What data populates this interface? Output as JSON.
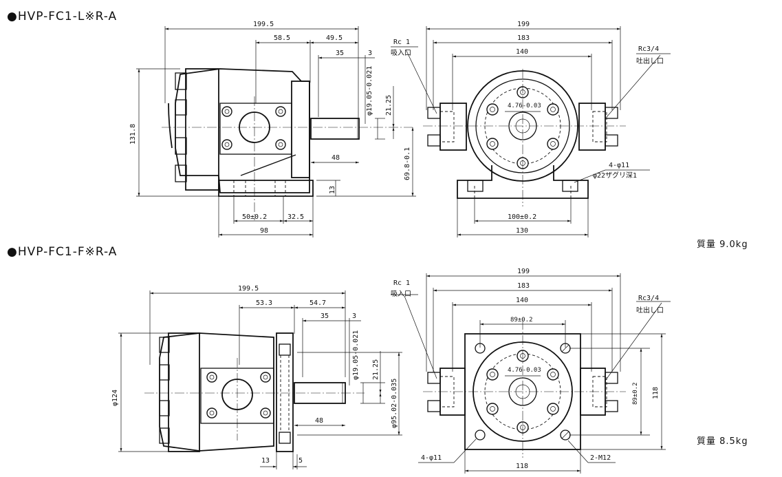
{
  "diagram_l": {
    "title": "●HVP-FC1-L※R-A",
    "mass": "質量 9.0kg",
    "side": {
      "d_199_5": "199.5",
      "d_58_5": "58.5",
      "d_49_5": "49.5",
      "d_35": "35",
      "d_3": "3",
      "d_shaft": "φ19.05-0.021",
      "d_21_25": "21.25",
      "d_69_8": "69.8-0.1",
      "d_131_8": "131.8",
      "d_48": "48",
      "d_13": "13",
      "d_50": "50±0.2",
      "d_32_5": "32.5",
      "d_98": "98"
    },
    "front": {
      "d_199": "199",
      "d_183": "183",
      "d_140": "140",
      "inlet_size": "Rc 1",
      "inlet_label": "吸入口",
      "outlet_size": "Rc3/4",
      "outlet_label": "吐出し口",
      "key": "4.76-0.03",
      "holes": "4-φ11",
      "counterbore": "φ22ザグリ深1",
      "d_100": "100±0.2",
      "d_130": "130"
    }
  },
  "diagram_f": {
    "title": "●HVP-FC1-F※R-A",
    "mass": "質量 8.5kg",
    "side": {
      "d_199_5": "199.5",
      "d_53_3": "53.3",
      "d_54_7": "54.7",
      "d_35": "35",
      "d_3": "3",
      "d_shaft": "φ19.05-0.021",
      "d_21_25": "21.25",
      "d_pilot": "φ95.02-0.035",
      "d_124": "φ124",
      "d_48": "48",
      "d_13": "13",
      "d_5": "5"
    },
    "front": {
      "d_199": "199",
      "d_183": "183",
      "d_140": "140",
      "d_89h": "89±0.2",
      "inlet_size": "Rc 1",
      "inlet_label": "吸入口",
      "outlet_size": "Rc3/4",
      "outlet_label": "吐出し口",
      "key": "4.76-0.03",
      "d_89v": "89±0.2",
      "d_118v": "118",
      "d_118h": "118",
      "holes": "4-φ11",
      "taps": "2-M12"
    }
  }
}
